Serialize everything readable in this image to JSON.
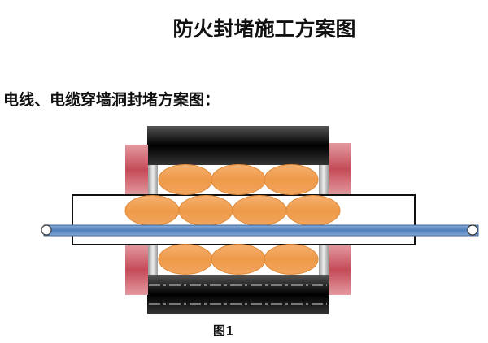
{
  "title": "防火封堵施工方案图",
  "subtitle": "电线、电缆穿墙洞封堵方案图：",
  "caption": "图1",
  "colors": {
    "wall": "#1a1a1a",
    "flange": "#d0707a",
    "gap": "#c8c8c8",
    "fire_bag": "#f0a050",
    "cable": "#5b88c0"
  },
  "diagram": {
    "top_row_bags": 3,
    "middle_row_bags": 4,
    "bottom_row_bags": 3
  }
}
